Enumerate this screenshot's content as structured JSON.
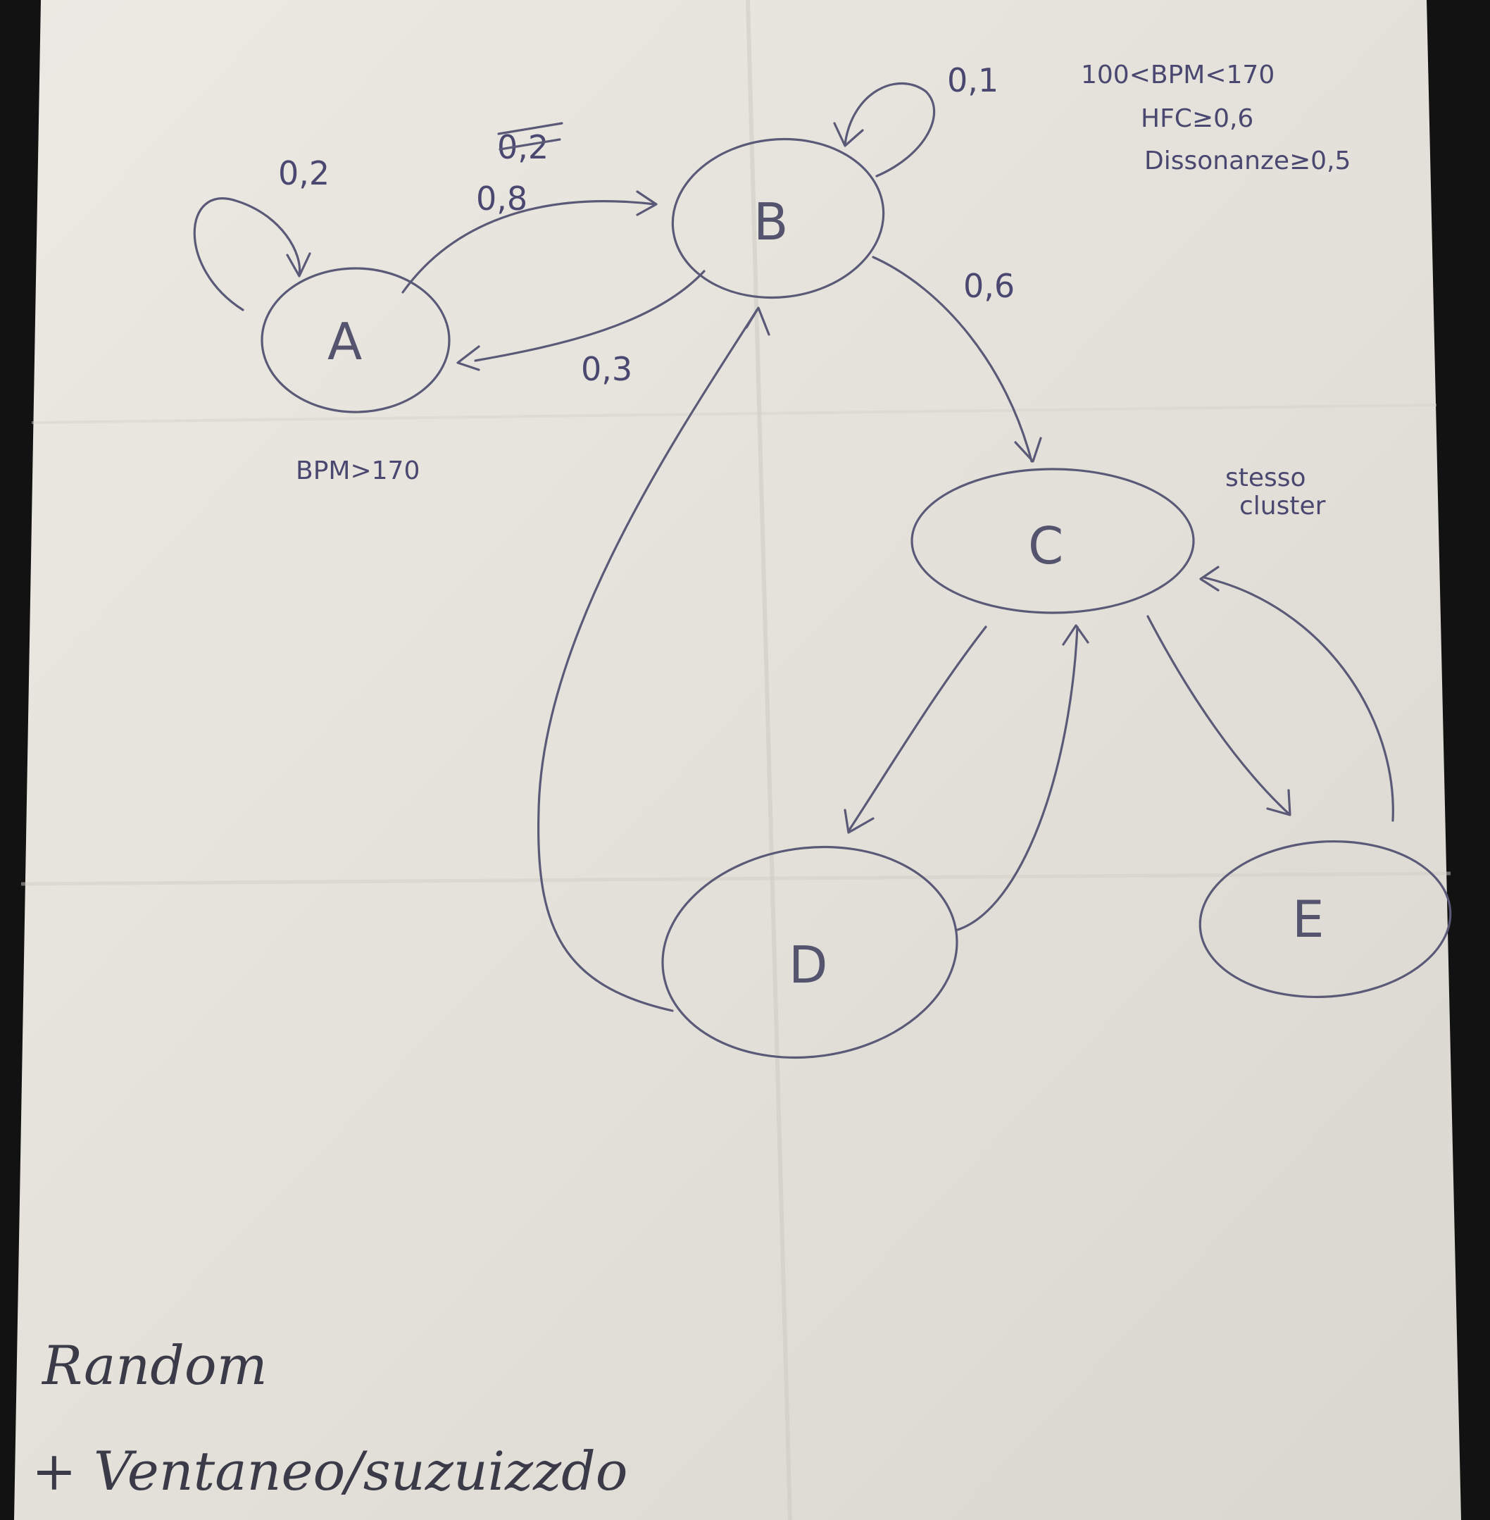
{
  "nodes": [
    {
      "id": "A",
      "label": "A"
    },
    {
      "id": "B",
      "label": "B"
    },
    {
      "id": "C",
      "label": "C"
    },
    {
      "id": "D",
      "label": "D"
    },
    {
      "id": "E",
      "label": "E"
    }
  ],
  "edges": [
    {
      "from": "A",
      "to": "A",
      "label": "0,2"
    },
    {
      "from": "A",
      "to": "B",
      "label": "0,8"
    },
    {
      "from": "A",
      "to": "B",
      "label": "0,2",
      "note": "crossed out"
    },
    {
      "from": "B",
      "to": "A",
      "label": "0,3"
    },
    {
      "from": "B",
      "to": "B",
      "label": "0,1"
    },
    {
      "from": "B",
      "to": "C",
      "label": "0,6"
    },
    {
      "from": "C",
      "to": "D",
      "label": ""
    },
    {
      "from": "D",
      "to": "C",
      "label": ""
    },
    {
      "from": "C",
      "to": "E",
      "label": ""
    },
    {
      "from": "E",
      "to": "C",
      "label": ""
    },
    {
      "from": "D",
      "to": "B",
      "label": ""
    }
  ],
  "labels": {
    "a_condition": "BPM>170",
    "b_condition_1": "100<BPM<170",
    "b_condition_2": "HFC≥0,6",
    "b_condition_3": "Dissonanze≥0,5",
    "c_note_1": "stesso",
    "c_note_2": "cluster",
    "bottom_line_1": "Random",
    "bottom_line_2": "+ Ventaneo/suzuizzdo"
  },
  "colors": {
    "paper": "#e6e4dc",
    "ink": "#4a4870",
    "background": "#121212"
  }
}
